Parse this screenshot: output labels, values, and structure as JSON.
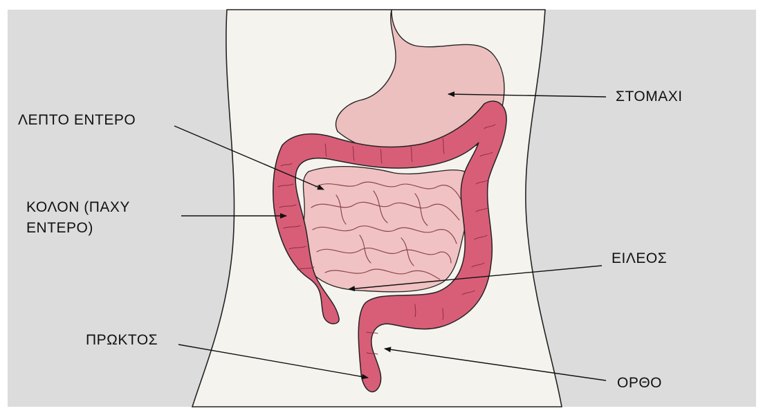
{
  "labels": {
    "stomach": "ΣΤΟΜΑΧΙ",
    "small_intestine": "ΛΕΠΤΟ ΕΝΤΕΡΟ",
    "colon_line1": "ΚΟΛΟΝ (ΠΑΧΥ",
    "colon_line2": "ΕΝΤΕΡΟ)",
    "ileum": "ΕΙΛΕΟΣ",
    "anus": "ΠΡΩΚΤΟΣ",
    "rectum": "ΟΡΘΟ"
  },
  "colors": {
    "background": "#dcdcdc",
    "torso": "#f5f3ee",
    "stomach": "#ecc0bf",
    "colon": "#d85e78",
    "small_intestine": "#f1c2c3",
    "outline": "#222222"
  }
}
